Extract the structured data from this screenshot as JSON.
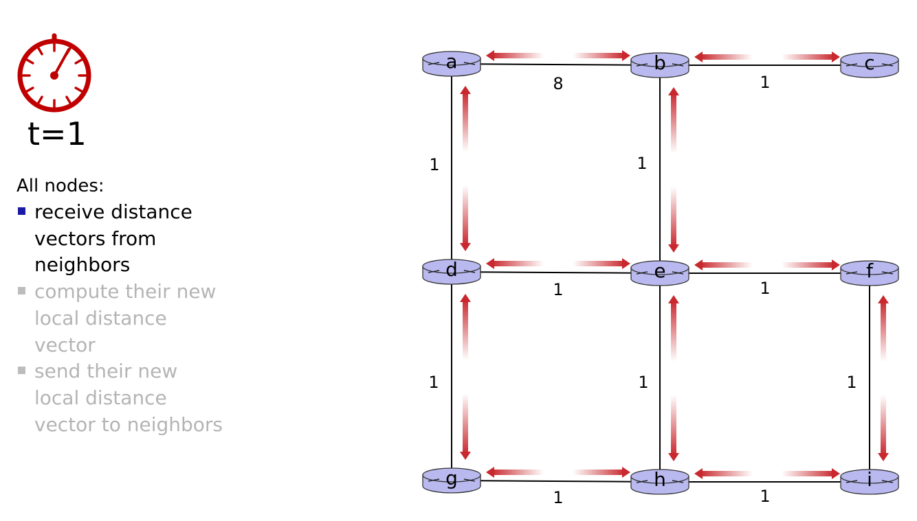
{
  "clock": {
    "icon": "stopwatch-icon",
    "color": "#c00000"
  },
  "time_label": "t=1",
  "caption": "All nodes:",
  "steps": [
    {
      "text": "receive distance\nvectors from\nneighbors",
      "active": true
    },
    {
      "text": "compute their new\nlocal  distance\nvector",
      "active": false
    },
    {
      "text": "send their new\nlocal distance\nvector to neighbors",
      "active": false
    }
  ],
  "colors": {
    "router": "#b9b9f0",
    "arrow": "#c8282e",
    "active_bullet": "#1a1aa6",
    "inactive_text": "#b4b4b4"
  },
  "graph": {
    "nodes": [
      "a",
      "b",
      "c",
      "d",
      "e",
      "f",
      "g",
      "h",
      "i"
    ],
    "links": [
      {
        "from": "a",
        "to": "b",
        "cost": "8"
      },
      {
        "from": "b",
        "to": "c",
        "cost": "1"
      },
      {
        "from": "a",
        "to": "d",
        "cost": "1"
      },
      {
        "from": "b",
        "to": "e",
        "cost": "1"
      },
      {
        "from": "d",
        "to": "e",
        "cost": "1"
      },
      {
        "from": "e",
        "to": "f",
        "cost": "1"
      },
      {
        "from": "d",
        "to": "g",
        "cost": "1"
      },
      {
        "from": "e",
        "to": "h",
        "cost": "1"
      },
      {
        "from": "f",
        "to": "i",
        "cost": "1"
      },
      {
        "from": "g",
        "to": "h",
        "cost": "1"
      },
      {
        "from": "h",
        "to": "i",
        "cost": "1"
      }
    ]
  }
}
